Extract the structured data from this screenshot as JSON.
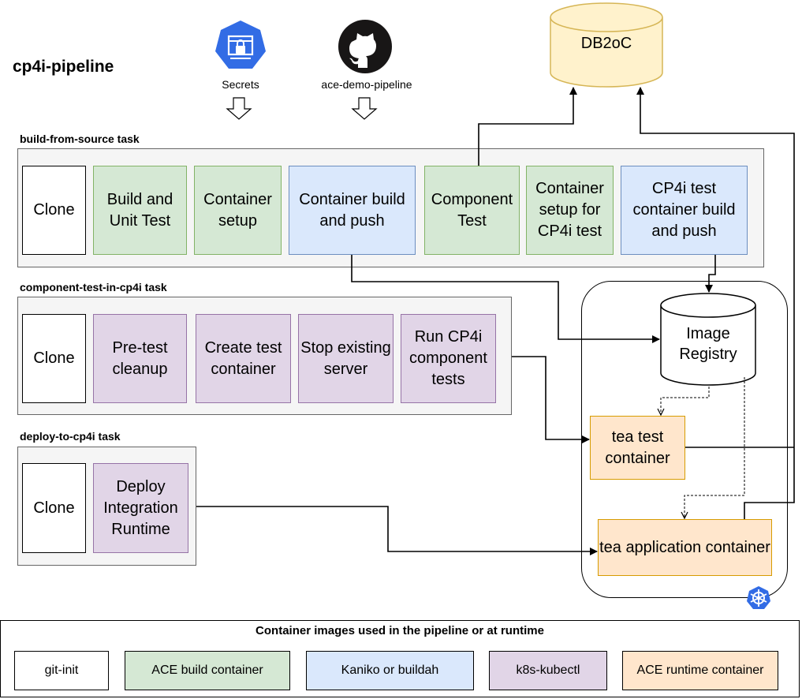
{
  "title": "cp4i-pipeline",
  "sources": {
    "secrets_label": "Secrets",
    "repo_label": "ace-demo-pipeline"
  },
  "database": {
    "label": "DB2oC"
  },
  "tasks": {
    "build_from_source": {
      "label": "build-from-source task",
      "steps": [
        "Clone",
        "Build and Unit Test",
        "Container setup",
        "Container build and push",
        "Component Test",
        "Container setup for CP4i test",
        "CP4i test container build and push"
      ]
    },
    "component_test": {
      "label": "component-test-in-cp4i task",
      "steps": [
        "Clone",
        "Pre-test cleanup",
        "Create test container",
        "Stop existing server",
        "Run  CP4i component tests"
      ]
    },
    "deploy": {
      "label": "deploy-to-cp4i task",
      "steps": [
        "Clone",
        "Deploy Integration Runtime"
      ]
    }
  },
  "cluster": {
    "registry_label": "Image Registry",
    "test_container": "tea test container",
    "app_container": "tea application container",
    "icon": "kubernetes-icon"
  },
  "legend": {
    "title": "Container images used in the pipeline or at runtime",
    "items": [
      "git-init",
      "ACE build container",
      "Kaniko or buildah",
      "k8s-kubectl",
      "ACE runtime container"
    ]
  },
  "colors": {
    "white": "#ffffff",
    "green": "#d5e8d4",
    "blue": "#dae8fc",
    "purple": "#e1d5e7",
    "orange": "#ffe6cc",
    "db": "#fff2cc",
    "secrets_icon": "#326ce5"
  }
}
